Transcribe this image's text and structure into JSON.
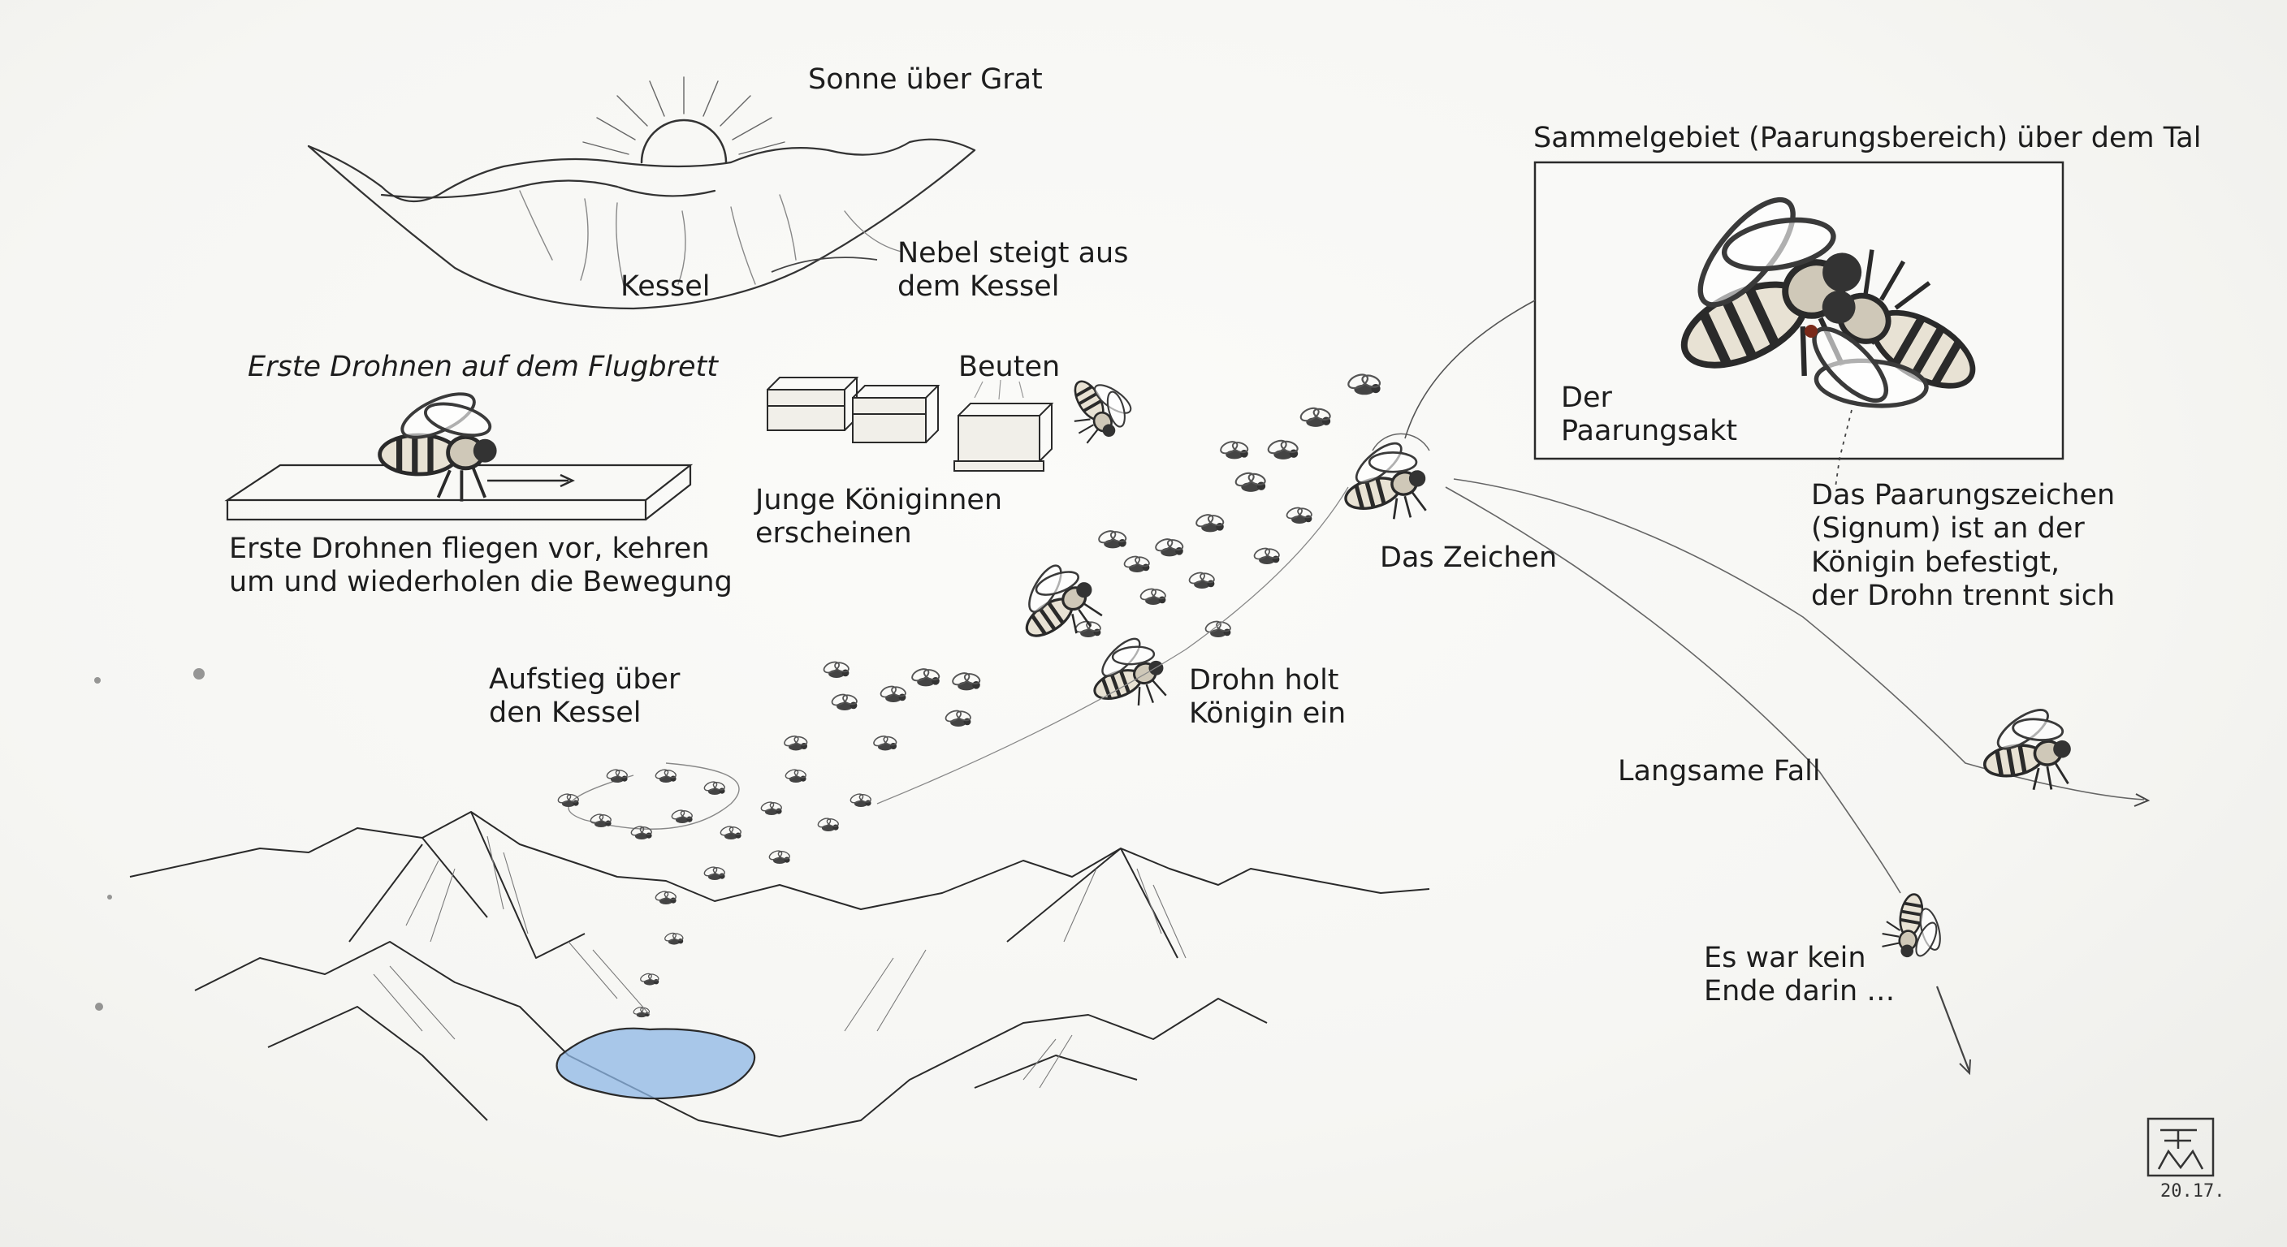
{
  "labels": {
    "sun": "Sonne über Grat",
    "kessel": "Kessel",
    "nebel": "Nebel steigt aus\ndem Kessel",
    "flugbrett_title": "Erste Drohnen auf dem Flugbrett",
    "flugbrett_desc": "Erste Drohnen fliegen vor, kehren\num und wiederholen die Bewegung",
    "beuten": "Beuten",
    "queens": "Junge Königinnen\nerscheinen",
    "aufstieg": "Aufstieg über\nden Kessel",
    "drohn_holt": "Drohn holt\nKönigin ein",
    "zeichen": "Das Zeichen",
    "sammel": "Sammelgebiet (Paarungsbereich) über dem Tal",
    "paarungsakt": "Der\nPaarungsakt",
    "signum": "Das Paarungszeichen\n(Signum) ist an der\nKönigin befestigt,\nder Drohn trennt sich",
    "fall": "Langsame Fall",
    "ende": "Es war kein\nEnde darin …"
  },
  "signature": {
    "monogram": "FM",
    "date": "20.17."
  },
  "colors": {
    "pencil": "#2a2a2a",
    "lake": "#8db7e6",
    "paper": "#f6f6f3"
  }
}
